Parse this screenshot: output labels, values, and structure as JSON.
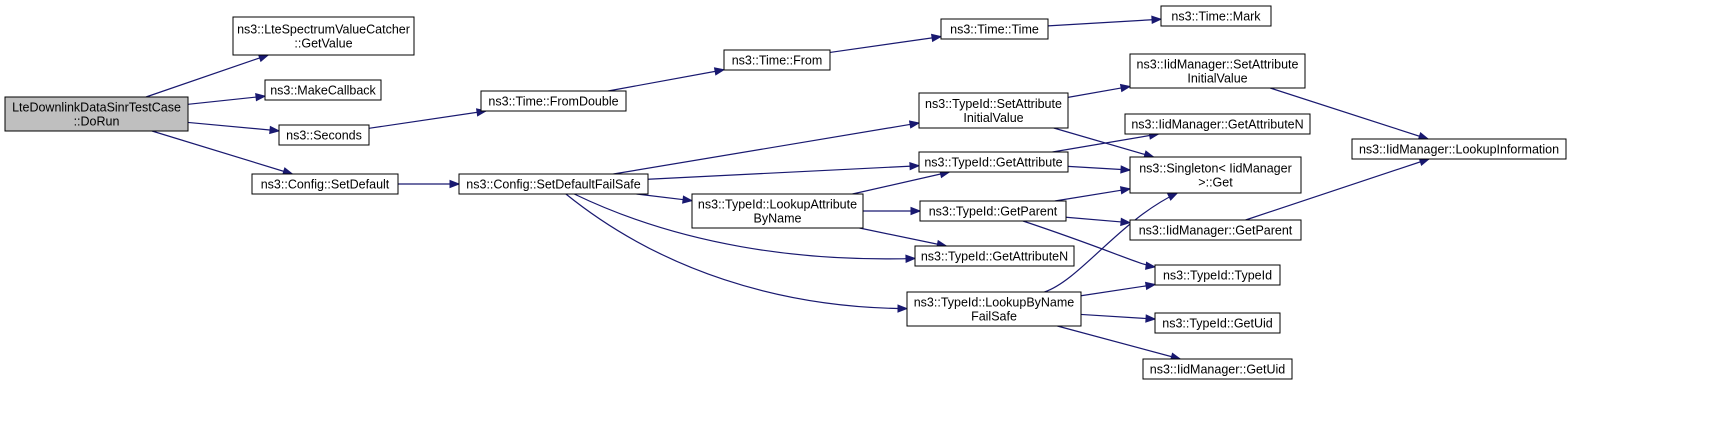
{
  "nodes": {
    "dorun": [
      "LteDownlinkDataSinrTestCase",
      "::DoRun"
    ],
    "getvalue": [
      "ns3::LteSpectrumValueCatcher",
      "::GetValue"
    ],
    "makecallback": [
      "ns3::MakeCallback"
    ],
    "seconds": [
      "ns3::Seconds"
    ],
    "setdefault": [
      "ns3::Config::SetDefault"
    ],
    "fromdouble": [
      "ns3::Time::FromDouble"
    ],
    "from": [
      "ns3::Time::From"
    ],
    "timector": [
      "ns3::Time::Time"
    ],
    "mark": [
      "ns3::Time::Mark"
    ],
    "setdefaultfailsafe": [
      "ns3::Config::SetDefaultFailSafe"
    ],
    "tid_setattrinit": [
      "ns3::TypeId::SetAttribute",
      "InitialValue"
    ],
    "tid_getattribute": [
      "ns3::TypeId::GetAttribute"
    ],
    "tid_lookupattr": [
      "ns3::TypeId::LookupAttribute",
      "ByName"
    ],
    "tid_getparent": [
      "ns3::TypeId::GetParent"
    ],
    "tid_getattrn": [
      "ns3::TypeId::GetAttributeN"
    ],
    "tid_lookupbyname": [
      "ns3::TypeId::LookupByName",
      "FailSafe"
    ],
    "iid_setattrinit": [
      "ns3::IidManager::SetAttribute",
      "InitialValue"
    ],
    "iid_getattrn": [
      "ns3::IidManager::GetAttributeN"
    ],
    "singleton_get": [
      "ns3::Singleton< IidManager",
      ">::Get"
    ],
    "iid_getparent": [
      "ns3::IidManager::GetParent"
    ],
    "tid_typeid": [
      "ns3::TypeId::TypeId"
    ],
    "tid_getuid": [
      "ns3::TypeId::GetUid"
    ],
    "iid_getuid": [
      "ns3::IidManager::GetUid"
    ],
    "iid_lookupinfo": [
      "ns3::IidManager::LookupInformation"
    ]
  },
  "edges": [
    [
      "dorun",
      "getvalue"
    ],
    [
      "dorun",
      "makecallback"
    ],
    [
      "dorun",
      "seconds"
    ],
    [
      "dorun",
      "setdefault"
    ],
    [
      "seconds",
      "fromdouble"
    ],
    [
      "fromdouble",
      "from"
    ],
    [
      "from",
      "timector"
    ],
    [
      "timector",
      "mark"
    ],
    [
      "setdefault",
      "setdefaultfailsafe"
    ],
    [
      "setdefaultfailsafe",
      "tid_setattrinit"
    ],
    [
      "setdefaultfailsafe",
      "tid_getattribute"
    ],
    [
      "setdefaultfailsafe",
      "tid_lookupattr"
    ],
    [
      "setdefaultfailsafe",
      "tid_getattrn"
    ],
    [
      "setdefaultfailsafe",
      "tid_lookupbyname"
    ],
    [
      "tid_setattrinit",
      "iid_setattrinit"
    ],
    [
      "tid_setattrinit",
      "singleton_get"
    ],
    [
      "tid_getattribute",
      "iid_getattrn"
    ],
    [
      "tid_getattribute",
      "singleton_get"
    ],
    [
      "tid_lookupattr",
      "tid_getattribute"
    ],
    [
      "tid_lookupattr",
      "tid_getparent"
    ],
    [
      "tid_lookupattr",
      "tid_getattrn"
    ],
    [
      "tid_getparent",
      "singleton_get"
    ],
    [
      "tid_getparent",
      "iid_getparent"
    ],
    [
      "tid_getparent",
      "tid_typeid"
    ],
    [
      "tid_lookupbyname",
      "singleton_get"
    ],
    [
      "tid_lookupbyname",
      "tid_typeid"
    ],
    [
      "tid_lookupbyname",
      "tid_getuid"
    ],
    [
      "tid_lookupbyname",
      "iid_getuid"
    ],
    [
      "iid_setattrinit",
      "iid_lookupinfo"
    ],
    [
      "iid_getparent",
      "iid_lookupinfo"
    ]
  ],
  "colors": {
    "edge": "#191970",
    "root_fill": "#bfbfbf",
    "node_fill": "#ffffff",
    "node_border": "#000000"
  }
}
